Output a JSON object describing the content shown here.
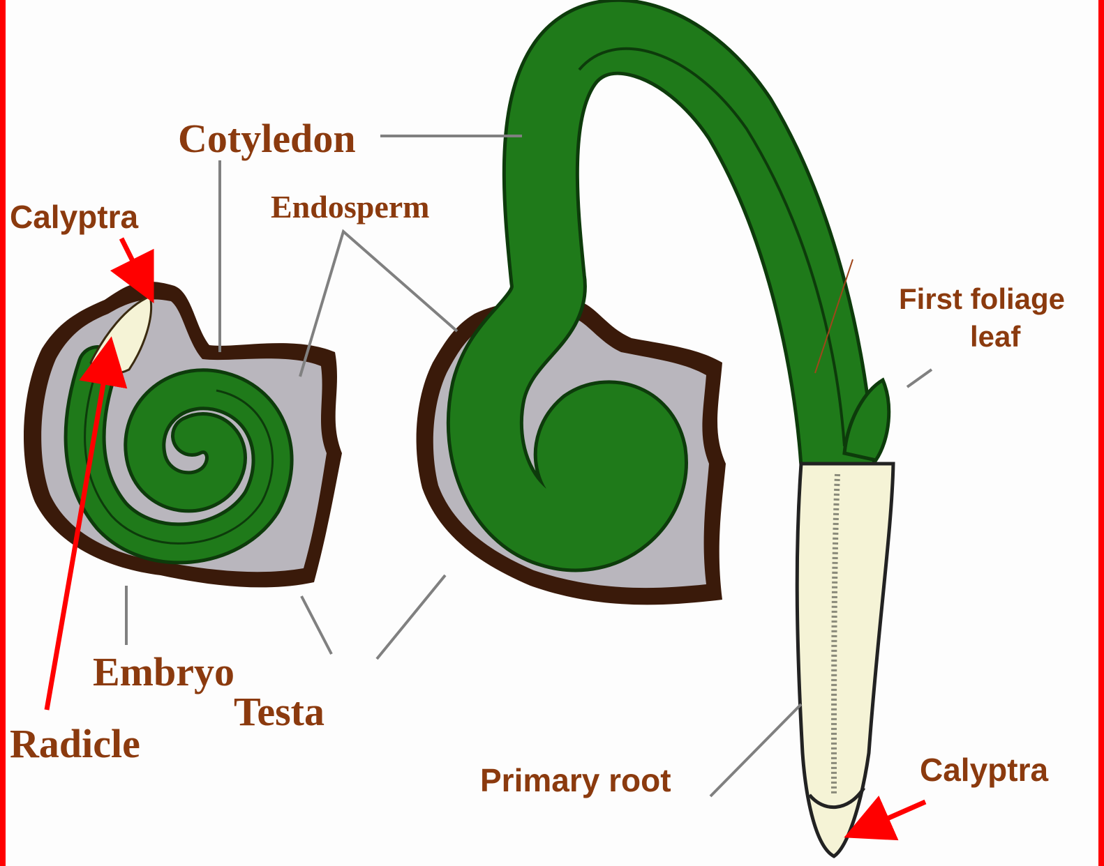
{
  "labels": {
    "cotyledon": "Cotyledon",
    "endosperm": "Endosperm",
    "calyptra_left": "Calyptra",
    "embryo": "Embryo",
    "testa": "Testa",
    "radicle": "Radicle",
    "first_foliage_leaf_line1": "First foliage",
    "first_foliage_leaf_line2": "leaf",
    "primary_root": "Primary root",
    "calyptra_right": "Calyptra"
  },
  "colors": {
    "label_text": "#8B3A0E",
    "arrow": "#ff0000",
    "frame": "#ff0000",
    "seed_coat": "#3a1a0a",
    "endosperm": "#b9b6bd",
    "embryo_green": "#1f7a1a",
    "root": "#f5f3d6",
    "leader_line": "#808080"
  }
}
